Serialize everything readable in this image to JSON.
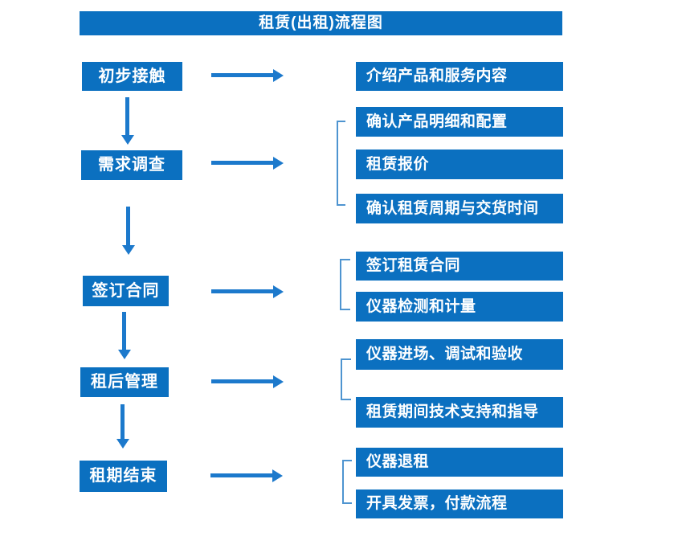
{
  "title": "租赁(出租)流程图",
  "colors": {
    "box_blue": "#0b70c0",
    "arrow_blue": "#1c79cc",
    "bracket_blue": "#4e94d0",
    "text_white": "#ffffff",
    "background": "#ffffff"
  },
  "steps": [
    {
      "label": "初步接触",
      "details": [
        "介绍产品和服务内容"
      ]
    },
    {
      "label": "需求调查",
      "details": [
        "确认产品明细和配置",
        "租赁报价",
        "确认租赁周期与交货时间"
      ]
    },
    {
      "label": "签订合同",
      "details": [
        "签订租赁合同",
        "仪器检测和计量"
      ]
    },
    {
      "label": "租后管理",
      "details": [
        "仪器进场、调试和验收",
        "租赁期间技术支持和指导"
      ]
    },
    {
      "label": "租期结束",
      "details": [
        "仪器退租",
        "开具发票，付款流程"
      ]
    }
  ]
}
